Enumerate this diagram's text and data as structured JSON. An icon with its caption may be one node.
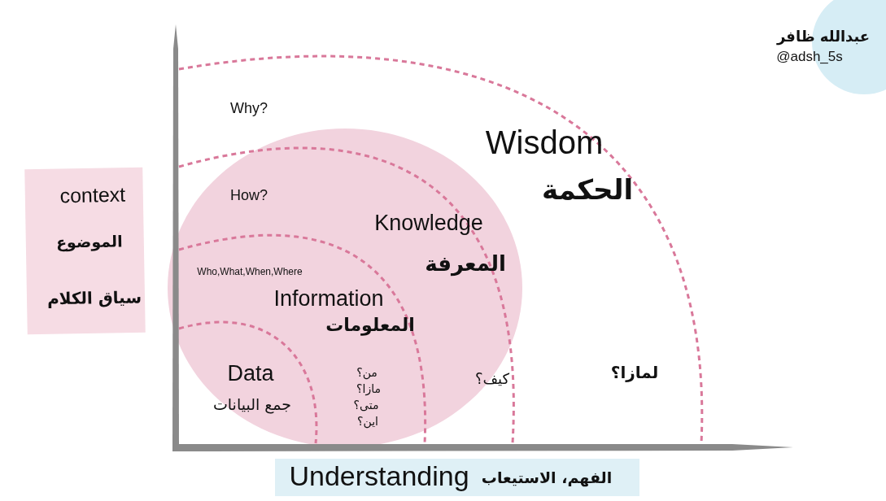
{
  "diagram": {
    "nodes": [
      {
        "text": [
          "context",
          "الموضوع",
          "سياق الكلام"
        ]
      },
      {
        "text": [
          "Knowledge",
          "المعرفة"
        ]
      },
      {
        "text": [
          "الفهم، الاستيعاب",
          "Understanding"
        ]
      },
      {
        "text": [],
        "shape": "circle"
      }
    ],
    "labels": [
      "عبدالله ظافر",
      "@adsh_5s",
      "Why?",
      "Wisdom",
      "الحكمة",
      "How?",
      "Who,What,When,Where",
      "Information",
      "المعلومات",
      "لمازا؟",
      "من؟",
      "Data",
      "كيف؟",
      "مازا؟",
      "متى؟",
      "جمع البيانات",
      "اين؟"
    ]
  }
}
